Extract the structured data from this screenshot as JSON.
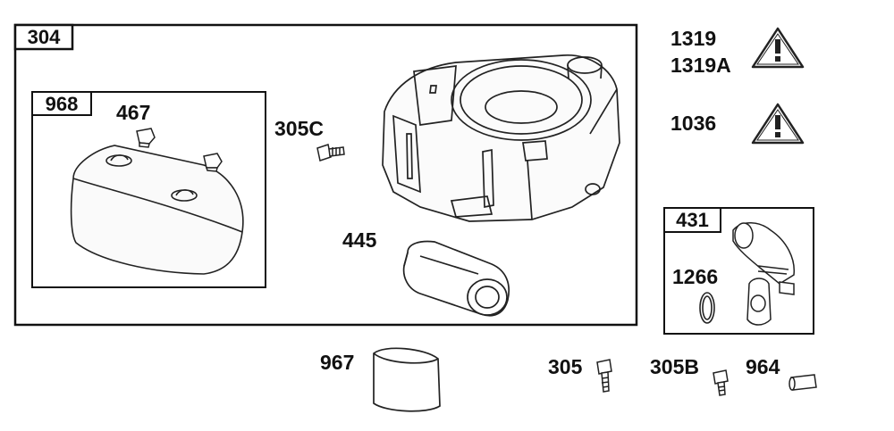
{
  "groups": {
    "g304": "304",
    "g968": "968",
    "g431": "431"
  },
  "parts": {
    "p467": "467",
    "p305C": "305C",
    "p445": "445",
    "p967": "967",
    "p305": "305",
    "p305B": "305B",
    "p964": "964",
    "p1266": "1266",
    "p1319": "1319",
    "p1319A": "1319A",
    "p1036": "1036"
  },
  "warning_icon": "warning-triangle-exclamation"
}
